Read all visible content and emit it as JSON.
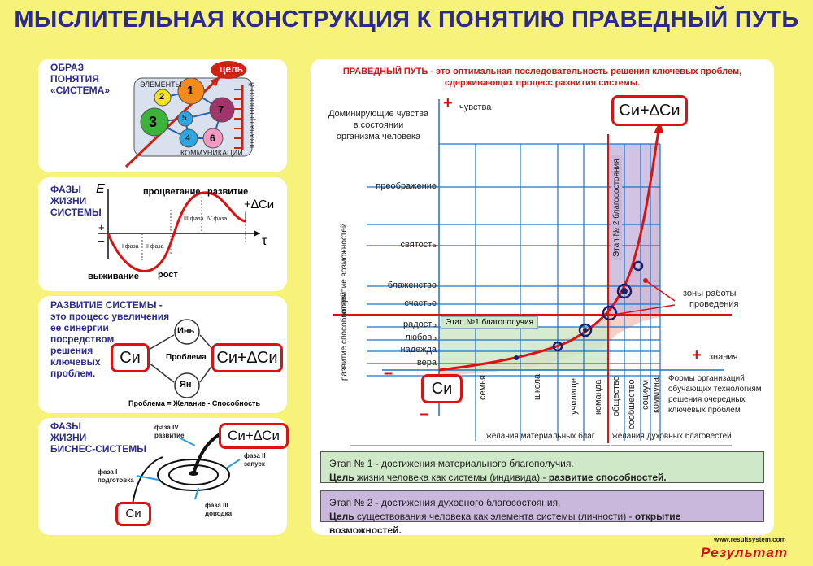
{
  "title": "МЫСЛИТЕЛЬНАЯ КОНСТРУКЦИЯ К ПОНЯТИЮ ПРАВЕДНЫЙ ПУТЬ",
  "panel1": {
    "heading": [
      "ОБРАЗ",
      "ПОНЯТИЯ",
      "«СИСТЕМА»"
    ],
    "elements": "ЭЛЕМЕНТЫ",
    "communications": "КОММУНИКАЦИИ",
    "goal": "цель",
    "scale": "ШКАЛА ЦЕННОСТЕЙ",
    "nodes": [
      "1",
      "2",
      "3",
      "4",
      "5",
      "6",
      "7"
    ]
  },
  "panel2": {
    "heading": [
      "ФАЗЫ",
      "ЖИЗНИ",
      "СИСТЕМЫ"
    ],
    "e": "E",
    "tau": "τ",
    "plus": "+",
    "minus": "–",
    "prosperity": "процветание",
    "development": "развитие",
    "survival": "выживание",
    "growth": "рост",
    "delta": "+∆Си",
    "phase1": "I фаза",
    "phase2": "II фаза",
    "phase3": "III фаза",
    "phase4": "IV фаза"
  },
  "panel3": {
    "heading": [
      "РАЗВИТИЕ СИСТЕМЫ -",
      "это процесс увеличения",
      "ее синергии",
      "посредством",
      "решения",
      "ключевых",
      "проблем."
    ],
    "si": "Си",
    "yin": "Инь",
    "yang": "Ян",
    "problem": "Проблема",
    "result": "Си+∆Си",
    "formula": "Проблема = Желание - Способность"
  },
  "panel4": {
    "heading": [
      "ФАЗЫ",
      "ЖИЗНИ",
      "БИСНЕС-СИСТЕМЫ"
    ],
    "result": "Си+∆Си",
    "si": "Си",
    "p4": [
      "фаза IV",
      "развитие"
    ],
    "p2": [
      "фаза II",
      "запуск"
    ],
    "p1": [
      "фаза I",
      "подготовка"
    ],
    "p3": [
      "фаза III",
      "доводка"
    ]
  },
  "main": {
    "definition_red": "ПРАВЕДНЫЙ ПУТЬ",
    "definition_rest": " - это оптимальная последовательность решения ключевых проблем,",
    "definition_line2": "сдерживающих процесс развития системы.",
    "y_caption": [
      "Доминирующие чувства",
      "в состоянии",
      "организма человека"
    ],
    "y_axis_label": "чувства",
    "x_axis_label": "знания",
    "plus": "+",
    "minus": "–",
    "result": "Си+∆Си",
    "si": "Си",
    "feelings": [
      "преображение",
      "святость",
      "блаженство",
      "счастье",
      "радость",
      "любовь",
      "надежда",
      "вера"
    ],
    "knowledge": [
      "семья",
      "школа",
      "училище",
      "команда",
      "общество",
      "сообщество",
      "социум",
      "коммуна"
    ],
    "left_vert_top": "открытие возможностей",
    "left_vert_bottom": "развитие способностей",
    "stage1": "Этап №1 благополучия",
    "stage2": "Этап № 2 благосостояния",
    "zones": [
      "зоны работы",
      "проведения"
    ],
    "tech": [
      "Формы организаций",
      "обучающих технологиям",
      "решения очередных",
      "ключевых проблем"
    ],
    "desire_material": "желания материальных благ",
    "desire_spiritual": "желания духовных  благовестей",
    "box1_line1": "Этап № 1 -   достижения материального благополучия.",
    "box1_bold1": "Цель",
    "box1_mid": " жизни человека как системы (индивида) - ",
    "box1_bold2": "развитие способностей.",
    "box2_line1": "Этап № 2 -  достижения духовного благосостояния.",
    "box2_bold1": "Цель",
    "box2_mid": " существования человека как элемента системы (личности) - ",
    "box2_bold2": "открытие возможностей."
  },
  "footer": {
    "url": "www.resultsystem.com",
    "brand": "Результат"
  },
  "colors": {
    "background": "#f7f27a",
    "title": "#2b2a8f",
    "accent": "#d11111",
    "grid": "#1a73c8",
    "stage1": "#cfe8c8",
    "stage2": "#c9b8dc"
  }
}
